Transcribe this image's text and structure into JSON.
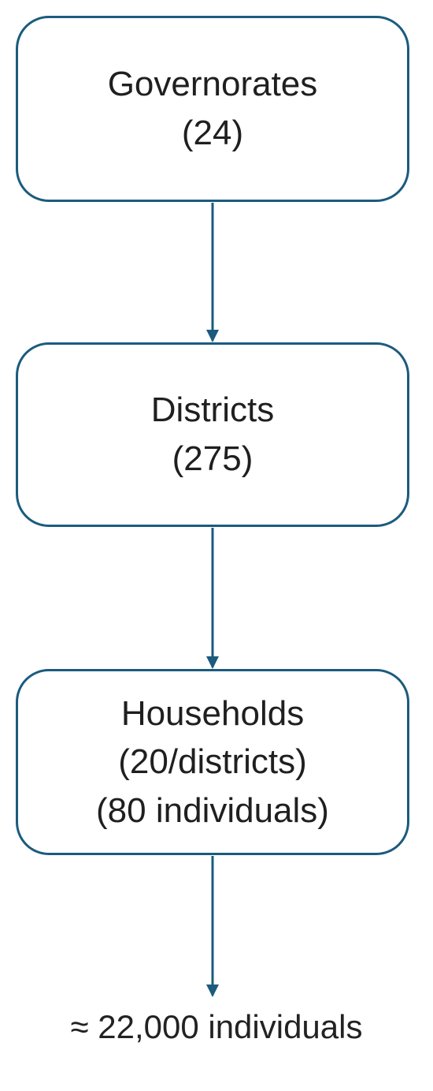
{
  "colors": {
    "border": "#1b5b7e",
    "arrow": "#1b5b7e",
    "text": "#1f1f1f"
  },
  "nodes": [
    {
      "lines": [
        "Governorates",
        "(24)"
      ]
    },
    {
      "lines": [
        "Districts",
        "(275)"
      ]
    },
    {
      "lines": [
        "Households",
        "(20/districts)",
        "(80 individuals)"
      ]
    }
  ],
  "total": "≈ 22,000 individuals"
}
